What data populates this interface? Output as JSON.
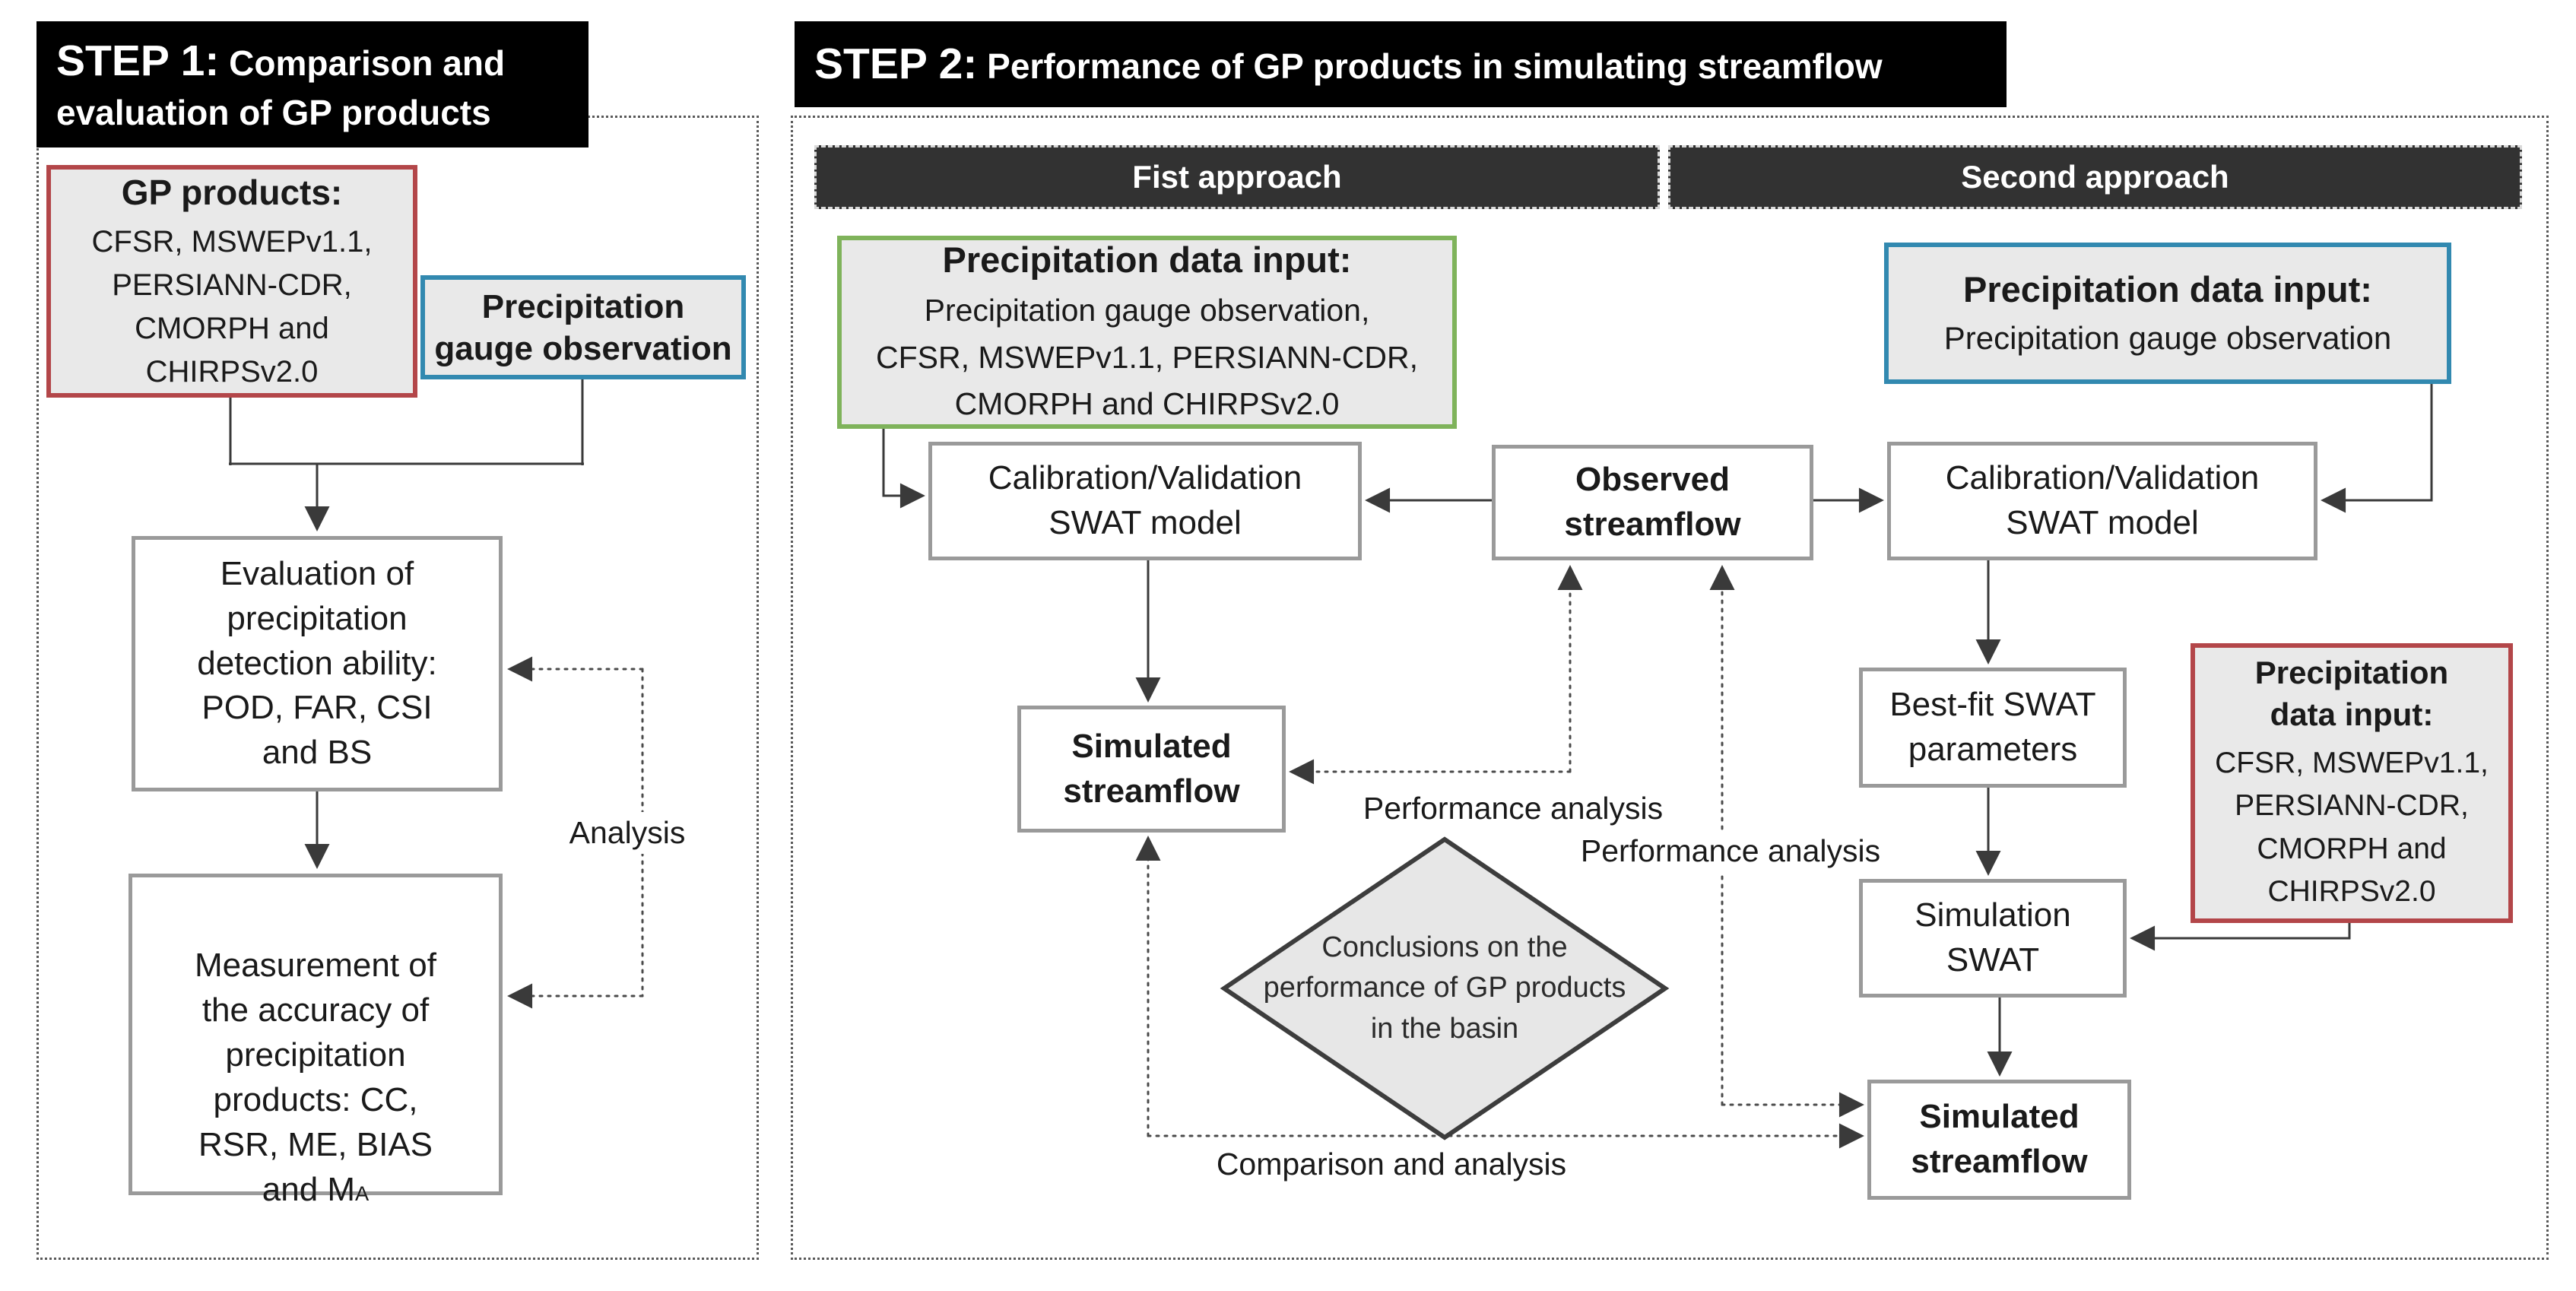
{
  "colors": {
    "red": "#b34649",
    "blue": "#3289b0",
    "green": "#7fb35b",
    "border": "#9a9a9a",
    "dark": "#3a3a3a",
    "fill": "#e9e9e9",
    "bar": "#323232"
  },
  "step1": {
    "title_strong": "STEP 1:",
    "title_rest": " Comparison and evaluation of GP products",
    "gp_box": {
      "title": "GP products:",
      "body": "CFSR, MSWEPv1.1,\nPERSIANN-CDR,\nCMORPH and\nCHIRPSv2.0"
    },
    "gauge_box": {
      "title": "Precipitation gauge observation"
    },
    "evaluation_box": {
      "text": "Evaluation of\nprecipitation\ndetection ability:\nPOD, FAR, CSI\nand BS"
    },
    "measurement_box": {
      "text": "Measurement of\nthe accuracy of\nprecipitation\nproducts: CC,\nRSR, ME, BIAS\nand M",
      "subscript": "A"
    },
    "analysis_label": "Analysis"
  },
  "step2": {
    "title_strong": "STEP 2:",
    "title_rest": " Performance of GP products in simulating streamflow",
    "first_approach": "Fist approach",
    "second_approach": "Second approach",
    "input_first": {
      "title": "Precipitation data input:",
      "body": "Precipitation gauge observation,\nCFSR, MSWEPv1.1, PERSIANN-CDR,\nCMORPH and CHIRPSv2.0"
    },
    "input_second": {
      "title": "Precipitation data input:",
      "body": "Precipitation gauge observation"
    },
    "calib_left": {
      "text": "Calibration/Validation\nSWAT model"
    },
    "observed": {
      "text": "Observed\nstreamflow"
    },
    "calib_right": {
      "text": "Calibration/Validation\nSWAT model"
    },
    "simulated_left": {
      "text": "Simulated\nstreamflow"
    },
    "bestfit": {
      "text": "Best-fit SWAT\nparameters"
    },
    "gp_input": {
      "title": "Precipitation\ndata input:",
      "body": "CFSR, MSWEPv1.1,\nPERSIANN-CDR,\nCMORPH and\nCHIRPSv2.0"
    },
    "simulation": {
      "text": "Simulation\nSWAT"
    },
    "simulated_right": {
      "text": "Simulated\nstreamflow"
    },
    "conclusion": {
      "text": "Conclusions on the\nperformance of GP products\nin the basin"
    },
    "perf_label_1": "Performance analysis",
    "perf_label_2": "Performance analysis",
    "comparison_label": "Comparison and analysis"
  }
}
